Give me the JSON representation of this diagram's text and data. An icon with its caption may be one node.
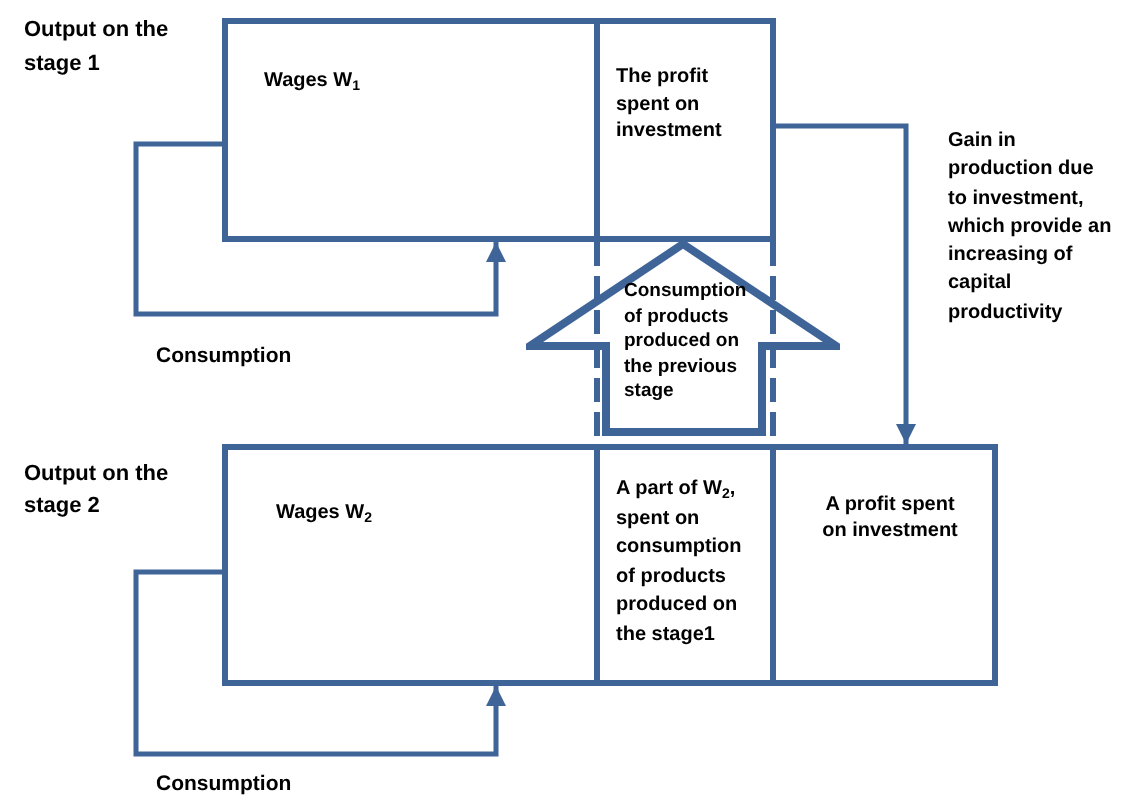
{
  "diagram": {
    "nodes": [
      {
        "text": [
          "Wages W$_{1}$"
        ]
      },
      {
        "text": [
          "The profit spent on investment"
        ]
      },
      {
        "text": [
          "Consumption of products produced on the previous stage"
        ]
      },
      {
        "text": [
          "Wages W$_{2}$"
        ]
      },
      {
        "text": [
          "A part of W$_{2}$, spent on consumption of products produced on the stage1"
        ]
      },
      {
        "text": [
          "A profit spent on investment"
        ]
      }
    ],
    "edges": [
      {
        "from": 0,
        "to": 0,
        "arrow": "to",
        "label": "Consumption"
      },
      {
        "from": 1,
        "to": 5,
        "arrow": "to",
        "label": "Gain in production due to investment, which provide an increasing of capital productivity"
      },
      {
        "from": 3,
        "to": 3,
        "arrow": "to",
        "label": "Consumption"
      }
    ],
    "labels": [
      "Output on the stage 1",
      "Output on the stage 2"
    ]
  }
}
